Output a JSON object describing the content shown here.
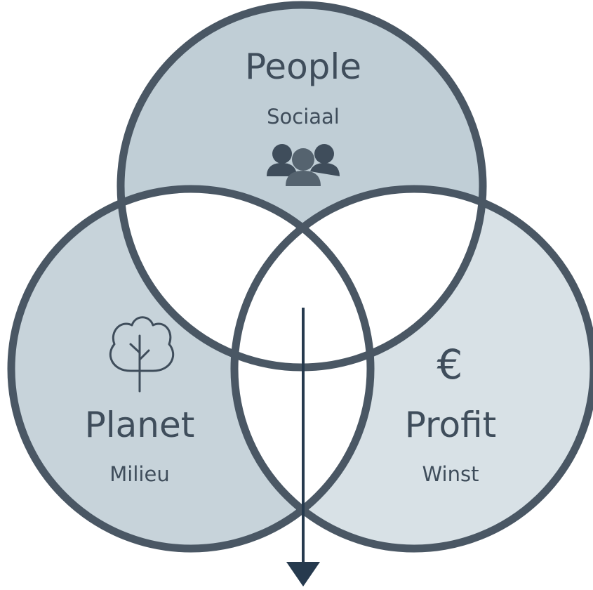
{
  "circles": [
    {
      "id": "people",
      "title": "People",
      "subtitle": "Sociaal",
      "icon": "people-group-icon",
      "fill": "#c0ced6"
    },
    {
      "id": "planet",
      "title": "Planet",
      "subtitle": "Milieu",
      "icon": "tree-icon",
      "fill": "#c7d3da"
    },
    {
      "id": "profit",
      "title": "Profit",
      "subtitle": "Winst",
      "icon": "euro-icon",
      "icon_text": "€",
      "fill": "#d8e1e6"
    }
  ],
  "colors": {
    "outline": "#4a5764",
    "text": "#3f4d5b",
    "overlap": "#ffffff",
    "arrow": "#263a4e"
  },
  "arrow": {
    "direction": "down"
  }
}
